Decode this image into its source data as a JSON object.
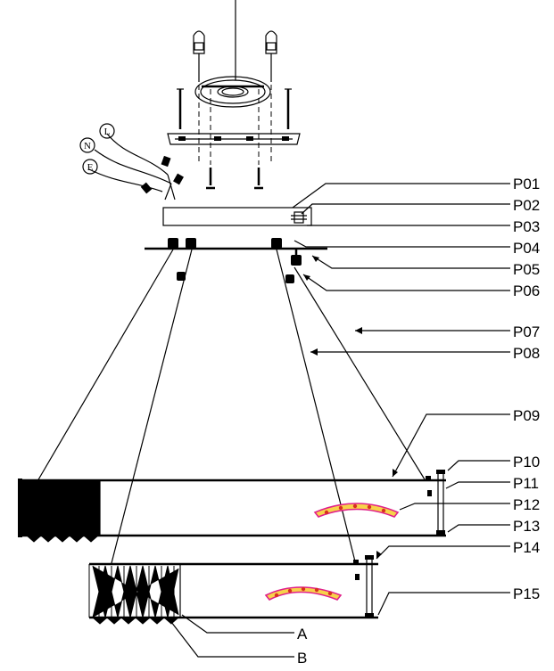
{
  "diagram": {
    "part_labels": [
      "P01",
      "P02",
      "P03",
      "P04",
      "P05",
      "P06",
      "P07",
      "P08",
      "P09",
      "P10",
      "P11",
      "P12",
      "P13",
      "P14",
      "P15"
    ],
    "section_labels": [
      "A",
      "B"
    ],
    "wire_labels": [
      "L",
      "N",
      "E"
    ]
  },
  "colors": {
    "line": "#000000",
    "background": "#ffffff",
    "led_strip": "#e0208a",
    "led_dot": "#d83020",
    "led_fill": "#f7d24a"
  }
}
